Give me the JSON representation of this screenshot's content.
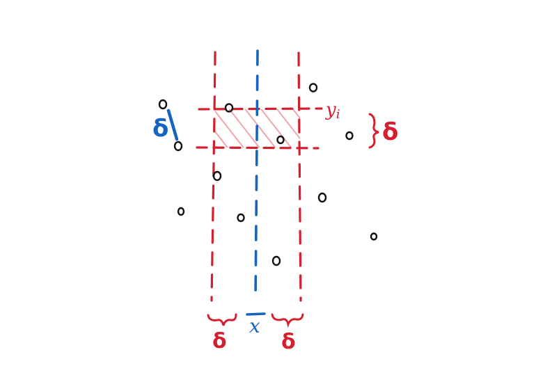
{
  "labels": {
    "delta_left_pair": "δ",
    "y_i": "y",
    "y_i_sub": "i",
    "delta_band": "δ",
    "delta_bottom_left": "δ",
    "x_bar": "x",
    "delta_bottom_right": "δ"
  },
  "colors": {
    "red": "#d41f2e",
    "blue": "#1565c0",
    "hatch": "#f19aa3",
    "point": "#111111"
  }
}
